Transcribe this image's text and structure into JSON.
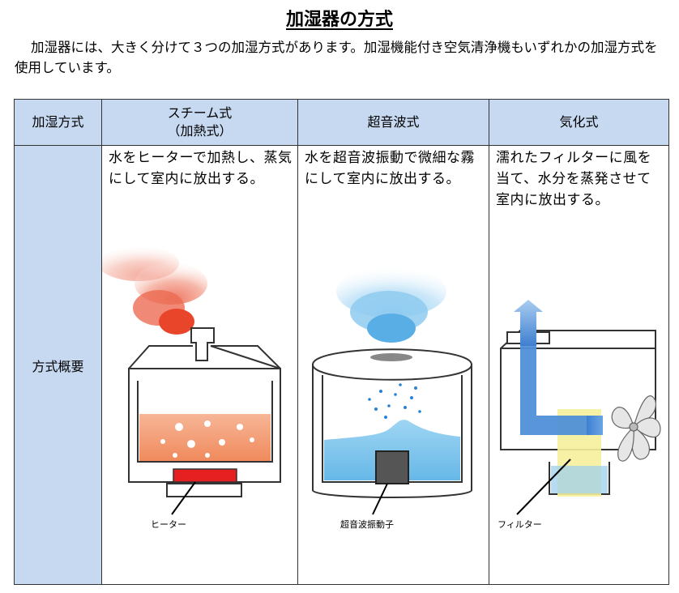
{
  "title": "加湿器の方式",
  "intro": "加湿器には、大きく分けて３つの加湿方式があります。加湿機能付き空気清浄機もいずれかの加湿方式を使用しています。",
  "table": {
    "corner_header": "加湿方式",
    "row_header": "方式概要",
    "columns": [
      {
        "header_line1": "スチーム式",
        "header_line2": "（加熱式）",
        "description": "水をヒーターで加熱し、蒸気にして室内に放出する。",
        "part_label": "ヒーター"
      },
      {
        "header_line1": "超音波式",
        "header_line2": "",
        "description": "水を超音波振動で微細な霧にして室内に放出する。",
        "part_label": "超音波振動子"
      },
      {
        "header_line1": "気化式",
        "header_line2": "",
        "description": "濡れたフィルターに風を当て、水分を蒸発させて室内に放出する。",
        "part_label": "フィルター"
      }
    ]
  },
  "colors": {
    "header_bg": "#c6d9f1",
    "steam": "#e84a2c",
    "hot_water": "#f4a37a",
    "heater": "#e62020",
    "mist": "#8fcbf0",
    "water": "#7ec4ec",
    "airflow": "#4f8fd8",
    "filter": "#f5ef9a"
  }
}
